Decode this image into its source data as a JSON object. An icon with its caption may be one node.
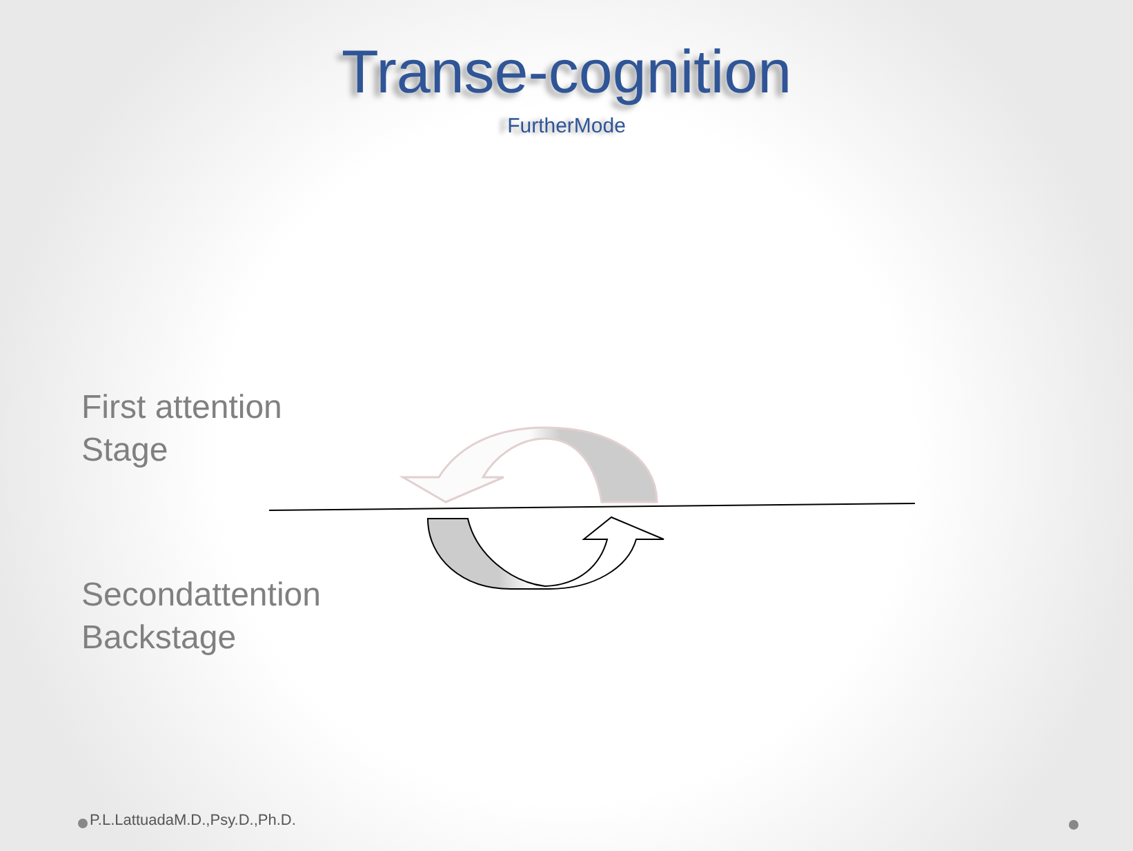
{
  "diagram": {
    "title": "Transe-cognition",
    "labels": [
      "FurtherMode",
      "First attention Stage",
      "Secondattention Backstage",
      "P.L.LattuadaM.D.,Psy.D.,Ph.D."
    ]
  }
}
